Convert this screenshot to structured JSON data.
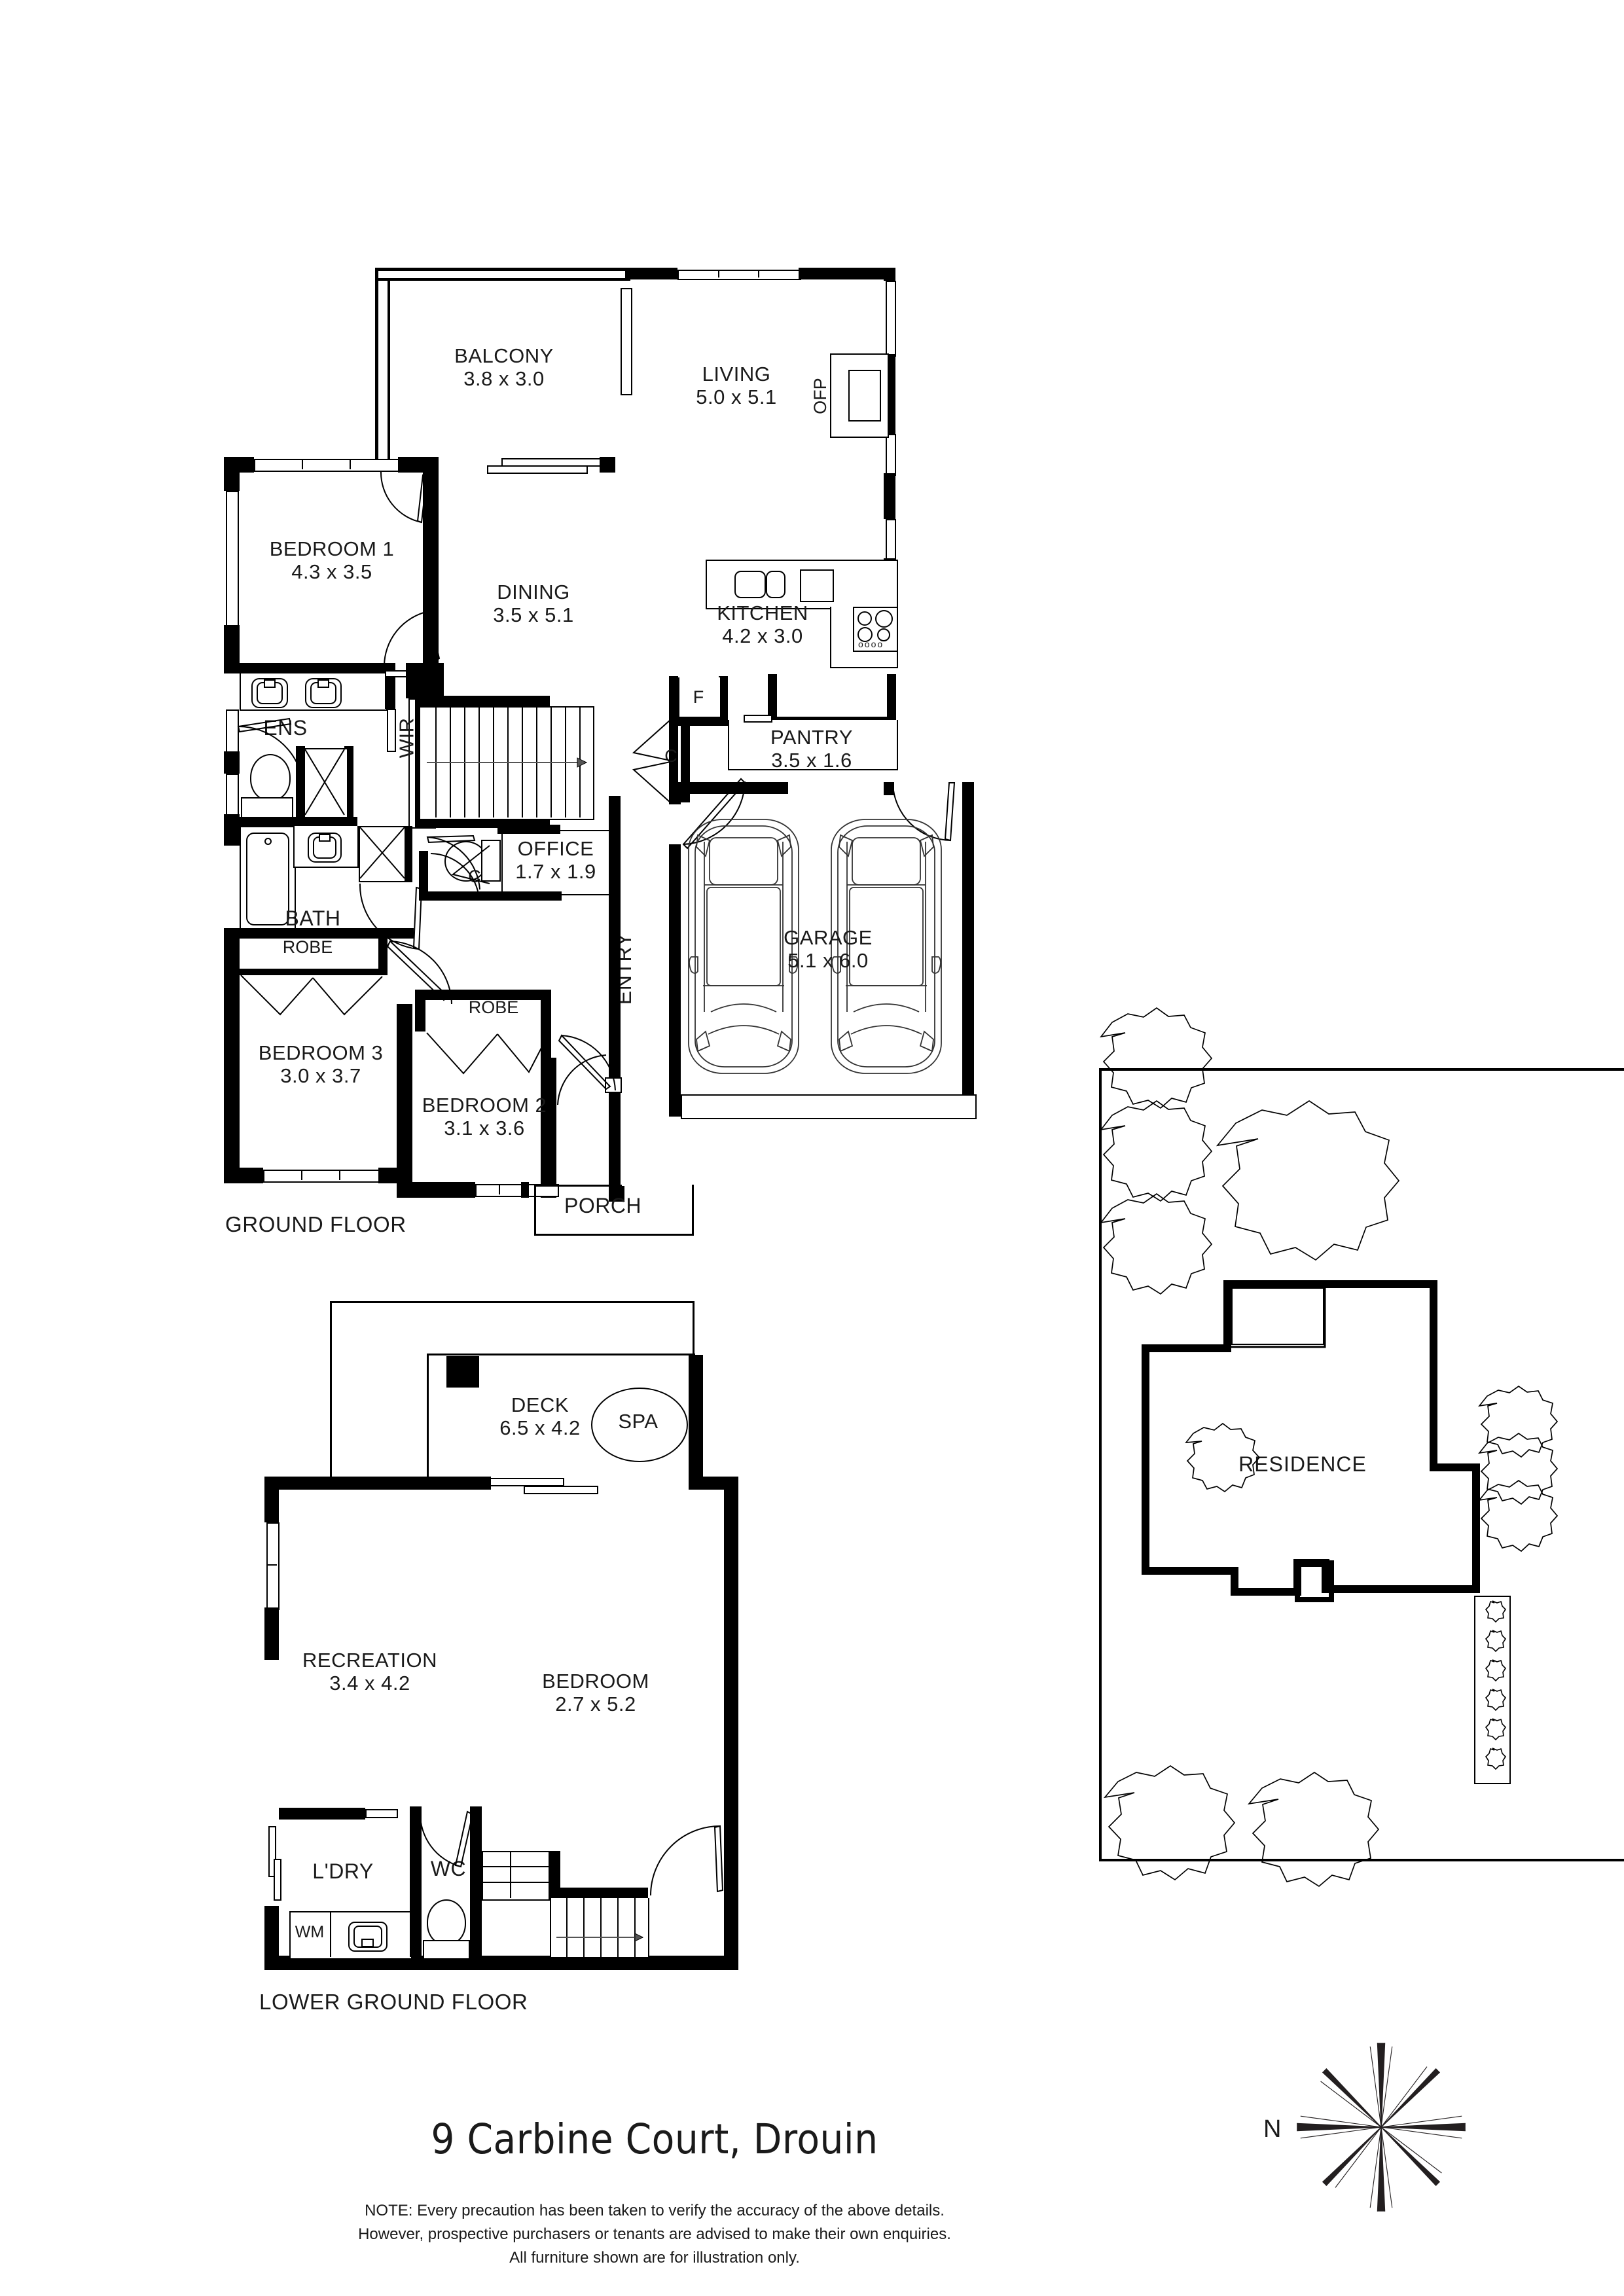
{
  "title": "9 Carbine Court, Drouin",
  "compass": {
    "label": "N",
    "icon": "compass-rose-icon"
  },
  "note_lines": [
    "NOTE: Every precaution has been taken to verify the accuracy of the above details.",
    "However, prospective purchasers or tenants are advised to make their own enquiries.",
    "All furniture shown are for illustration only."
  ],
  "floors": [
    {
      "id": "ground",
      "label": "GROUND FLOOR",
      "rooms": [
        {
          "name": "BALCONY",
          "dim": "3.8 x 3.0"
        },
        {
          "name": "LIVING",
          "dim": "5.0 x 5.1"
        },
        {
          "name": "BEDROOM 1",
          "dim": "4.3 x 3.5"
        },
        {
          "name": "DINING",
          "dim": "3.5 x 5.1"
        },
        {
          "name": "KITCHEN",
          "dim": "4.2 x 3.0"
        },
        {
          "name": "PANTRY",
          "dim": "3.5 x 1.6"
        },
        {
          "name": "OFFICE",
          "dim": "1.7 x 1.9"
        },
        {
          "name": "GARAGE",
          "dim": "5.1 x 6.0"
        },
        {
          "name": "BEDROOM 3",
          "dim": "3.0 x 3.7"
        },
        {
          "name": "BEDROOM 2",
          "dim": "3.1 x 3.6"
        }
      ],
      "tags": [
        {
          "text": "OFP"
        },
        {
          "text": "ENS"
        },
        {
          "text": "WIR"
        },
        {
          "text": "BATH"
        },
        {
          "text": "ROBE"
        },
        {
          "text": "ROBE"
        },
        {
          "text": "ENTRY"
        },
        {
          "text": "PORCH"
        },
        {
          "text": "F"
        },
        {
          "text": "C"
        },
        {
          "text": "C"
        }
      ]
    },
    {
      "id": "lower-ground",
      "label": "LOWER GROUND FLOOR",
      "rooms": [
        {
          "name": "DECK",
          "dim": "6.5 x 4.2"
        },
        {
          "name": "RECREATION",
          "dim": "3.4 x 4.2"
        },
        {
          "name": "BEDROOM",
          "dim": "2.7 x 5.2"
        }
      ],
      "tags": [
        {
          "text": "SPA"
        },
        {
          "text": "L'DRY"
        },
        {
          "text": "WC"
        },
        {
          "text": "WM"
        }
      ]
    }
  ],
  "site_plan": {
    "label": "RESIDENCE"
  },
  "colors": {
    "wall": "#000000",
    "text": "#1a1a1a",
    "background": "#ffffff"
  }
}
